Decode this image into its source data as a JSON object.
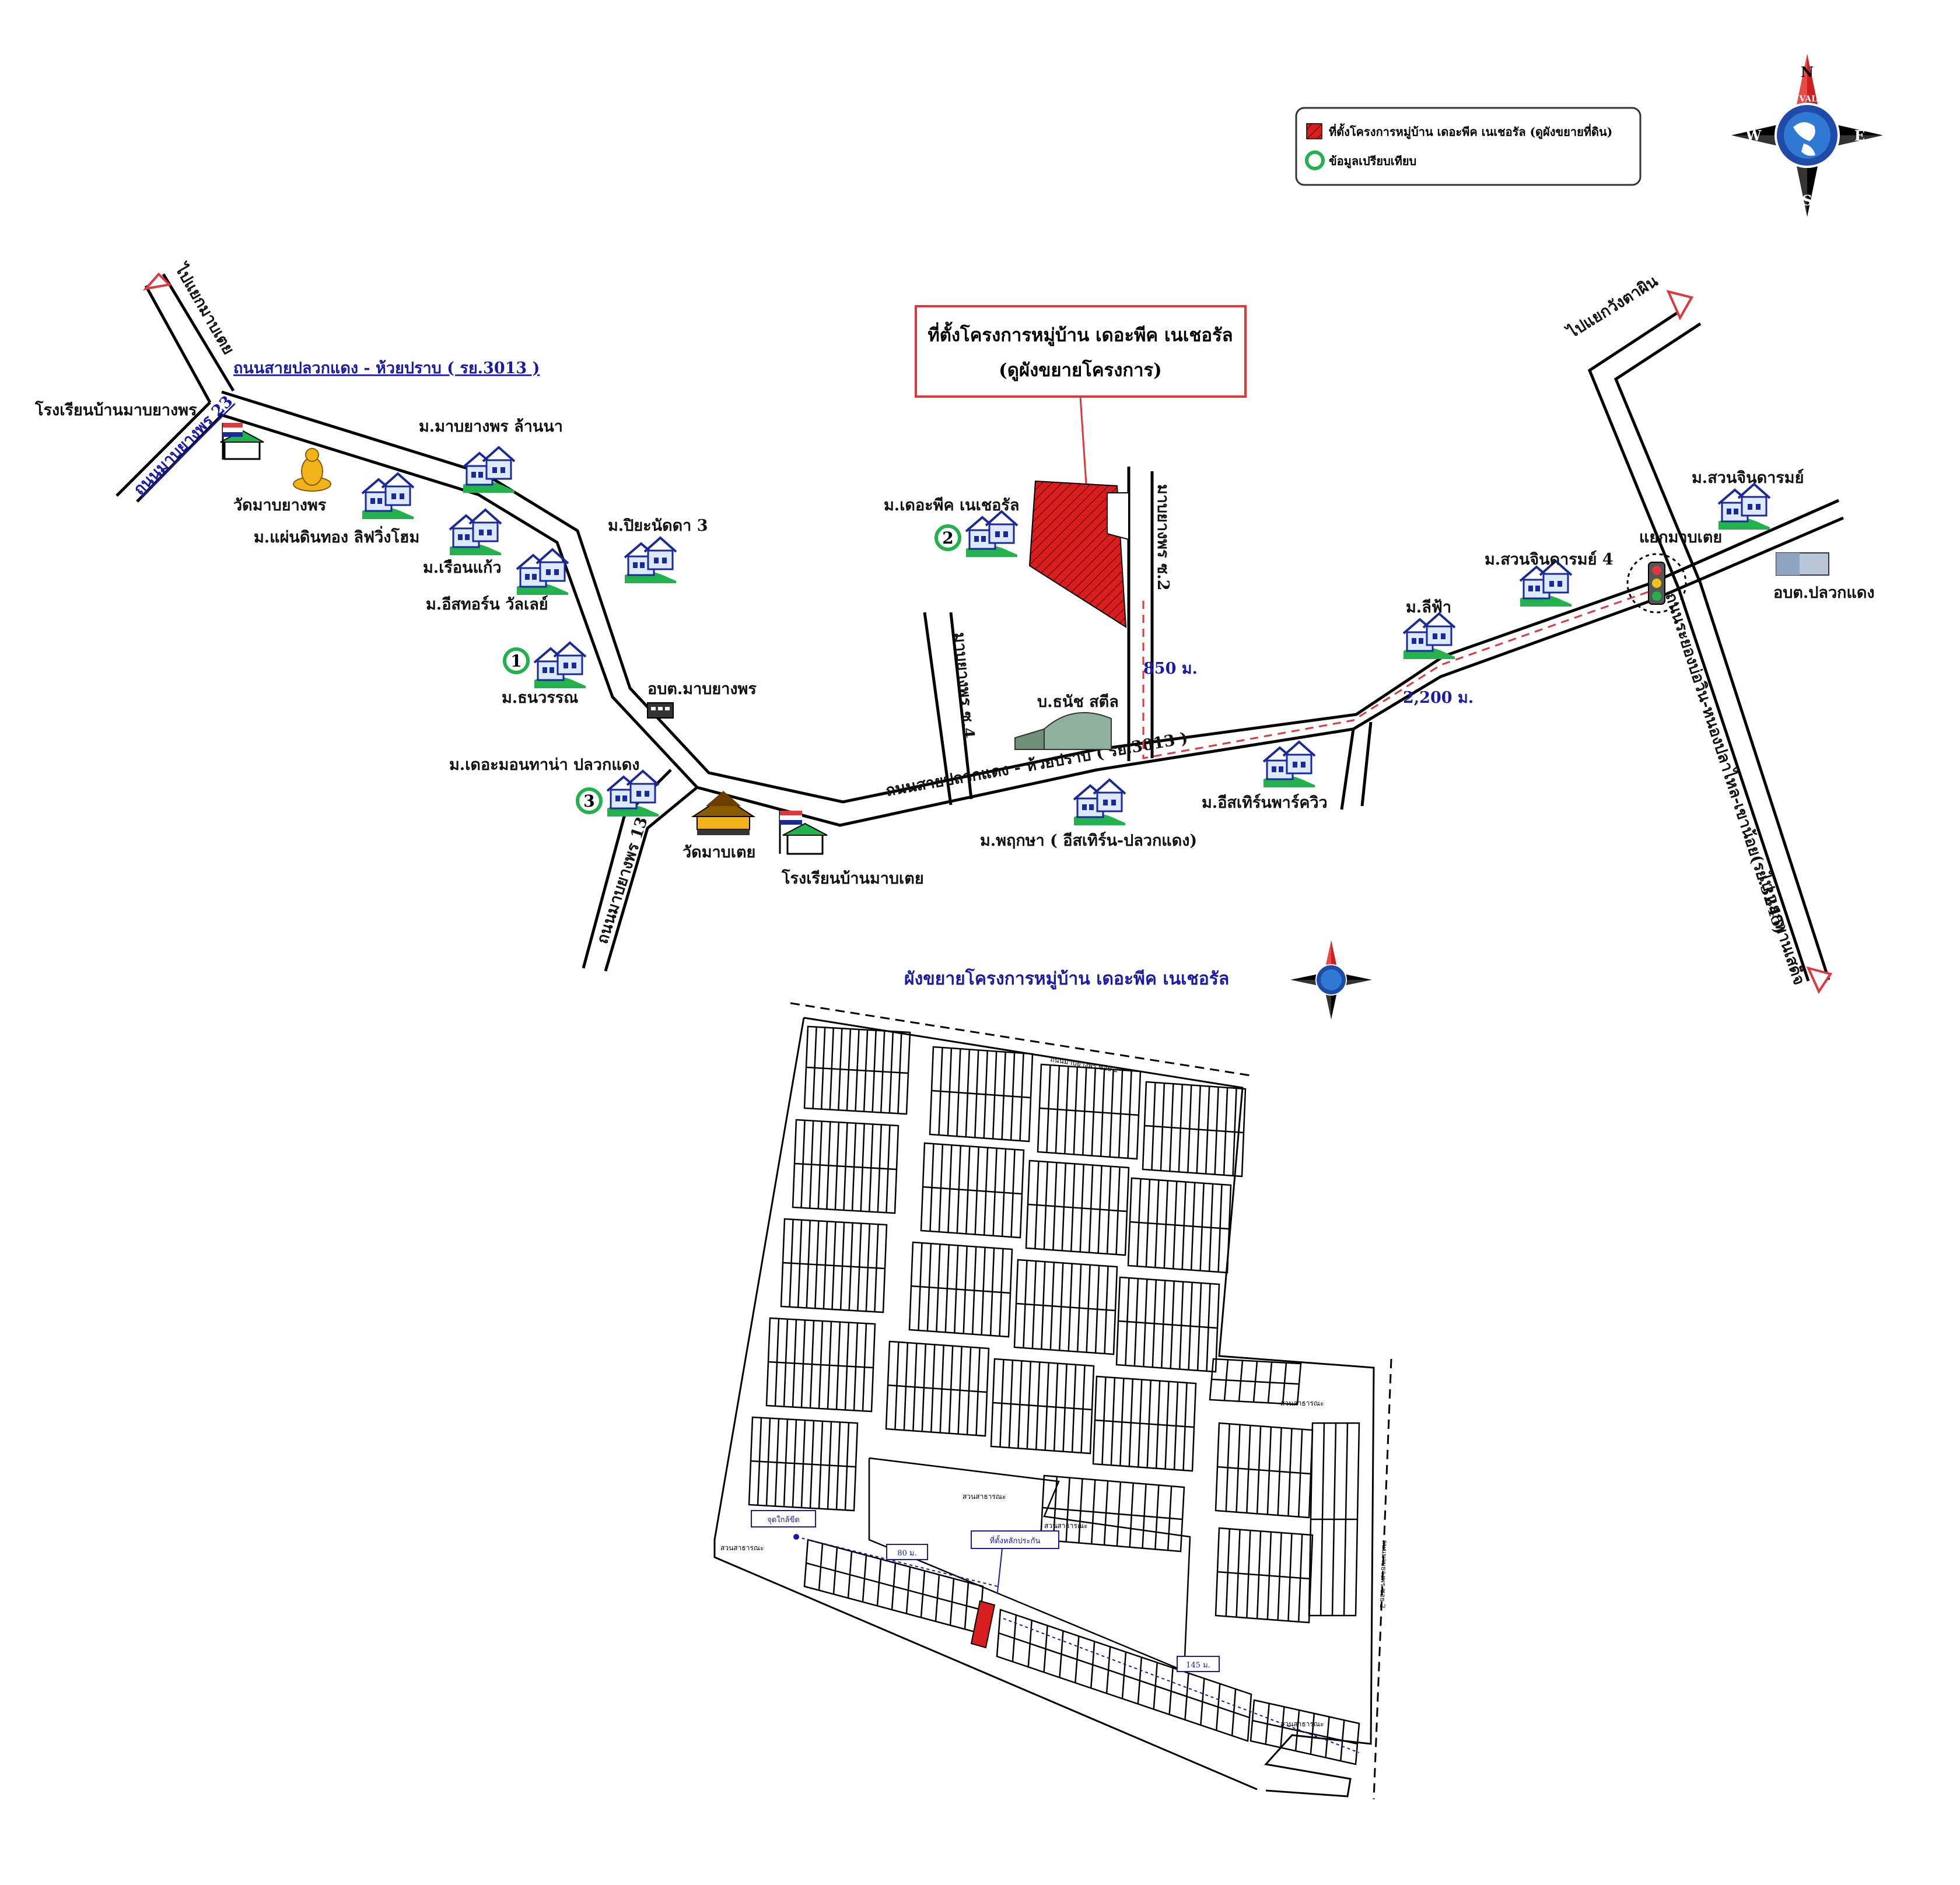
{
  "legend": {
    "project_site": "ที่ตั้งโครงการหมู่บ้าน เดอะพีค เนเชอรัล (ดูผังขยายที่ดิน)",
    "comparable": "ข้อมูลเปรียบเทียบ",
    "colors": {
      "site": "#d81e1e",
      "comparable": "#22b14c"
    }
  },
  "compass": {
    "n": "N",
    "e": "E",
    "s": "S",
    "w": "W",
    "ring_text": "WORLD VALUATION"
  },
  "callout": {
    "line1": "ที่ตั้งโครงการหมู่บ้าน เดอะพีค เนเชอรัล",
    "line2": "(ดูผังขยายโครงการ)",
    "border_color": "#e0363c"
  },
  "roads": {
    "main_upper": "ถนนสายปลวกแดง - ห้วยปราบ ( รย.3013 )",
    "main_lower": "ถนนสายปลวกแดง - ห้วยปราบ ( รย.3013 )",
    "to_map_tei": "ไปแยกมาบเตย",
    "to_wang_kha_pin": "ไปแยกวังตาผิน",
    "to_phan_sadet": "ไป แยกพานเสด็จ",
    "mabyangporn_23": "ถนนมาบยางพร 23",
    "mabyangporn_13": "ถนนมาบยางพร 13",
    "mabyangporn_soi4": "มาบยางพร ซ.4",
    "mabyangporn_soi2": "มาบยางพร ซ.2",
    "nong_pla_lai": "ถนนระยองบ่อวิน-หนองปลาไหล-เขาน้อย(รย.3245)",
    "junction": "แยกมาบเตย"
  },
  "distances": {
    "d850": "850 ม.",
    "d2200": "2,200 ม."
  },
  "places": {
    "school_mabyangporn": "โรงเรียนบ้านมาบยางพร",
    "wat_mabyangporn": "วัดมาบยางพร",
    "wat_mabtei": "วัดมาบเตย",
    "school_mabtei": "โรงเรียนบ้านมาบเตย",
    "obt_mabyangporn": "อบต.มาบยางพร",
    "obt_pluakdaeng": "อบต.ปลวกแดง",
    "factory": "บ.ธนัช สตีล"
  },
  "villages": [
    {
      "name": "ม.มาบยางพร ล้านนา"
    },
    {
      "name": "ม.แผ่นดินทอง ลิฟวิ่งโฮม"
    },
    {
      "name": "ม.เรือนแก้ว"
    },
    {
      "name": "ม.อีสทอร์น วัลเลย์"
    },
    {
      "name": "ม.ปิยะนัดดา 3"
    },
    {
      "name": "ม.ธนวรรณ",
      "marker": "1"
    },
    {
      "name": "ม.เดอะมอนทาน่า ปลวกแดง",
      "marker": "3"
    },
    {
      "name": "ม.เดอะพีค เนเชอรัล",
      "marker": "2"
    },
    {
      "name": "ม.พฤกษา ( อีสเทิร์น-ปลวกแดง)"
    },
    {
      "name": "ม.อีสเทิร์นพาร์ควิว"
    },
    {
      "name": "ม.ลีฟ้า"
    },
    {
      "name": "ม.สวนจินดารมย์ 4"
    },
    {
      "name": "ม.สวนจินดารมย์"
    }
  ],
  "plan": {
    "title": "ผังขยายโครงการหมู่บ้าน เดอะพีค เนเชอรัล",
    "top_road": "ถนนมาบยางพร ซอย 2",
    "right_road": "ถนนมาบยางพร ซอย 2",
    "public": "สวนสาธารณะ",
    "start_point": "จุดใกล้ขีด",
    "marker_point": "ที่ตั้งหลักประกัน",
    "d80": "80 ม.",
    "d145": "145 ม."
  }
}
